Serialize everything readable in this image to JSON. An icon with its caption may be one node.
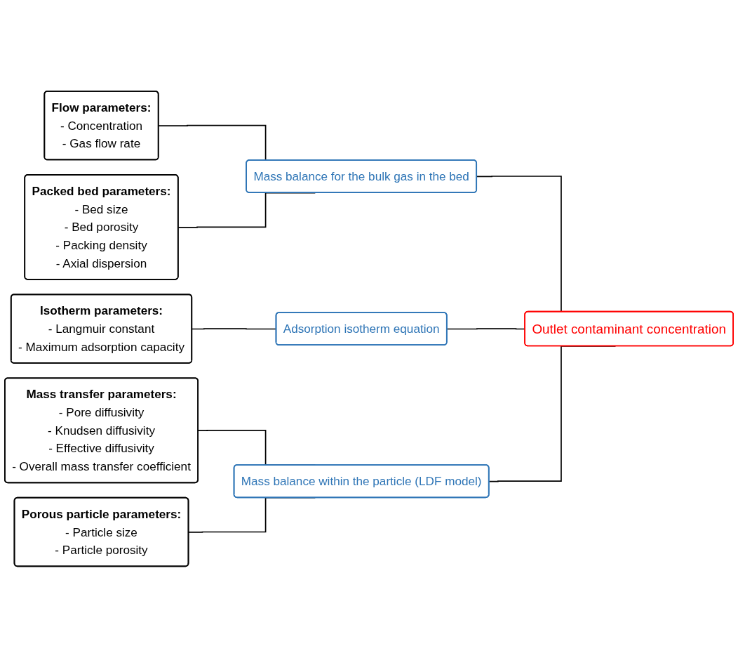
{
  "diagram": {
    "nodes": [
      {
        "text": [
          "Flow parameters:",
          "- Concentration",
          "- Gas flow rate"
        ]
      },
      {
        "text": [
          "Packed bed parameters:",
          "- Bed size",
          "- Bed porosity",
          "- Packing density",
          "- Axial dispersion"
        ]
      },
      {
        "text": [
          "Mass balance for the bulk gas in the bed"
        ]
      },
      {
        "text": [
          "Isotherm parameters:",
          "- Langmuir constant",
          "- Maximum adsorption capacity"
        ]
      },
      {
        "text": [
          "Adsorption isotherm equation"
        ]
      },
      {
        "text": [
          "Outlet contaminant concentration"
        ]
      },
      {
        "text": [
          "Mass transfer parameters:",
          "- Pore diffusivity",
          "- Knudsen diffusivity",
          "- Effective diffusivity",
          "- Overall mass transfer coefficient"
        ]
      },
      {
        "text": [
          "Porous particle parameters:",
          "- Particle size",
          "- Particle porosity"
        ]
      },
      {
        "text": [
          "Mass balance within the particle (LDF model)"
        ]
      }
    ],
    "edges": [
      {
        "from": 0,
        "to": 2,
        "arrow": "none"
      },
      {
        "from": 1,
        "to": 2,
        "arrow": "none"
      },
      {
        "from": 3,
        "to": 4,
        "arrow": "none"
      },
      {
        "from": 6,
        "to": 8,
        "arrow": "none"
      },
      {
        "from": 7,
        "to": 8,
        "arrow": "none"
      },
      {
        "from": 2,
        "to": 5,
        "arrow": "none"
      },
      {
        "from": 4,
        "to": 5,
        "arrow": "none"
      },
      {
        "from": 8,
        "to": 5,
        "arrow": "none"
      }
    ]
  }
}
